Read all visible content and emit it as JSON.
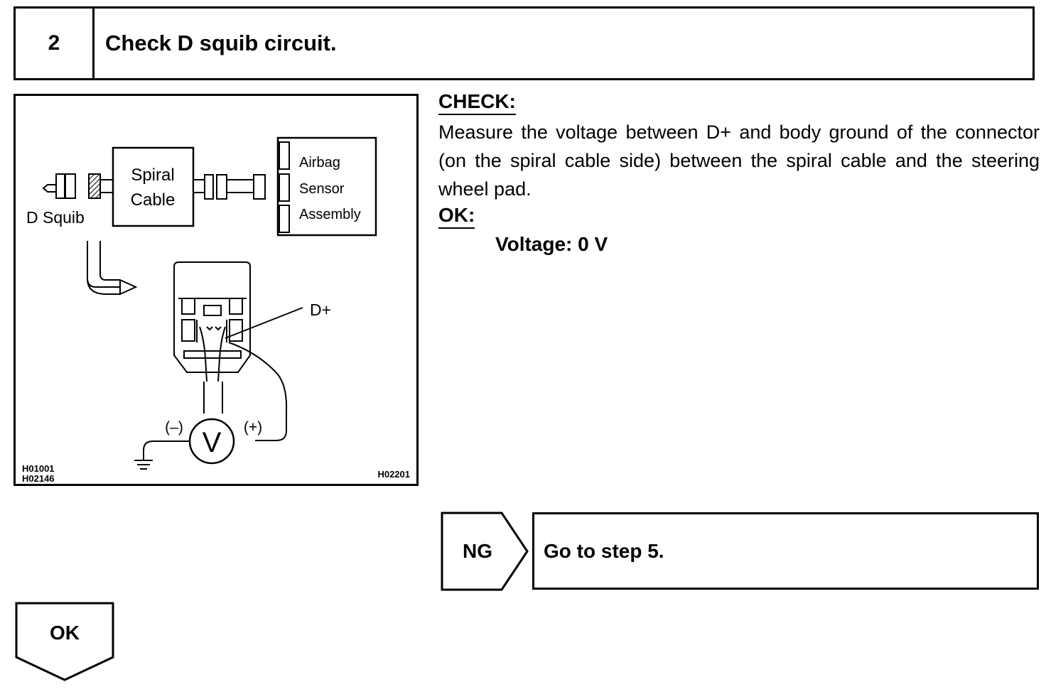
{
  "header": {
    "step": "2",
    "title": "Check D squib circuit."
  },
  "figure": {
    "label_d_squib": "D Squib",
    "label_spiral": "Spiral",
    "label_cable": "Cable",
    "label_airbag": "Airbag",
    "label_sensor": "Sensor",
    "label_assembly": "Assembly",
    "label_d_plus": "D+",
    "label_minus": "(–)",
    "label_plus": "(+)",
    "label_meter": "V",
    "code_1": "H01001",
    "code_2": "H02146",
    "code_3": "H02201"
  },
  "check": {
    "heading": "CHECK:",
    "text": "Measure the voltage between D+ and body ground of the con­nector (on the spiral cable side) between the spiral cable and the steering wheel pad."
  },
  "ok": {
    "heading": "OK:",
    "spec": "Voltage: 0 V"
  },
  "ng_branch": {
    "label": "NG",
    "action": "Go to step 5."
  },
  "ok_branch": {
    "label": "OK"
  }
}
